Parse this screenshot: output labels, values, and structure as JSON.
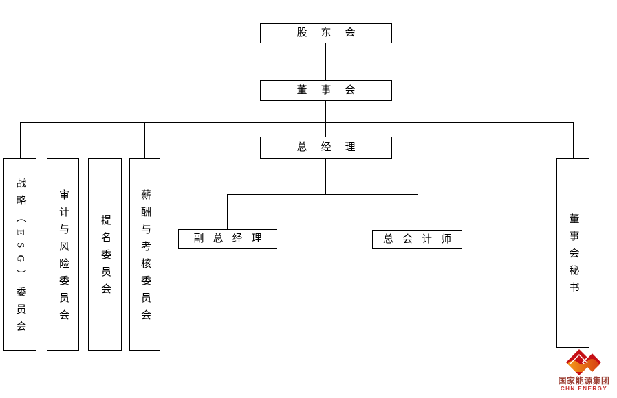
{
  "nodes": {
    "shareholders": "股东会",
    "board": "董事会",
    "general_manager": "总经理",
    "deputy_general_manager": "副总经理",
    "chief_accountant": "总会计师",
    "strategy_esg_committee": "战略（ESG）委员会",
    "audit_risk_committee": "审计与风险委员会",
    "nomination_committee": "提名委员会",
    "remuneration_assessment_committee": "薪酬与考核委员会",
    "board_secretary": "董事会秘书"
  },
  "logo": {
    "company_name_cn": "国家能源集团",
    "company_name_en": "CHN ENERGY",
    "mark_color": "#c50f16",
    "mark_gradient_start": "#f7a21a",
    "mark_gradient_end": "#d43a12",
    "cn_text_color": "#9c4136",
    "en_text_color": "#c5302c"
  },
  "colors": {
    "background": "#ffffff",
    "line": "#000000",
    "box_border": "#000000",
    "box_fill": "#ffffff",
    "text": "#000000"
  }
}
